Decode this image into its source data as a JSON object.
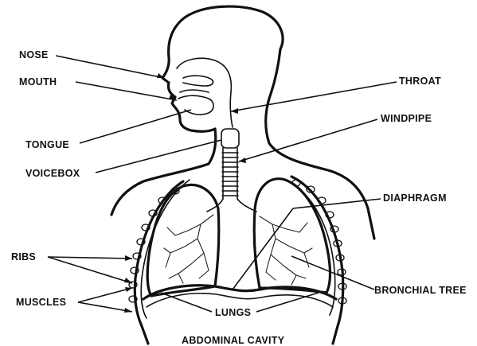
{
  "labels": {
    "nose": "NOSE",
    "mouth": "MOUTH",
    "tongue": "TONGUE",
    "voicebox": "VOICEBOX",
    "throat": "THROAT",
    "windpipe": "WINDPIPE",
    "diaphragm": "DIAPHRAGM",
    "ribs": "RIBS",
    "muscles": "MUSCLES",
    "bronchial_tree": "BRONCHIAL TREE",
    "lungs": "LUNGS",
    "abdominal_cavity": "ABDOMINAL CAVITY"
  },
  "colors": {
    "ink": "#111111",
    "background": "#ffffff"
  }
}
